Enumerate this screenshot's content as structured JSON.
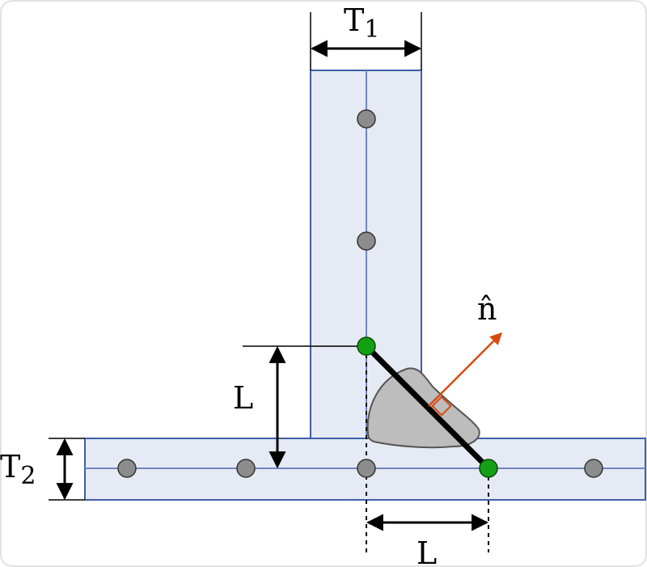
{
  "labels": {
    "t1_main": "T",
    "t1_sub": "1",
    "t2_main": "T",
    "t2_sub": "2",
    "l_vertical": "L",
    "l_horizontal": "L",
    "normal": "n̂"
  },
  "colors": {
    "plate_fill": "#e6eaf4",
    "plate_stroke": "#3f5fa6",
    "centerline": "#6f86c2",
    "node_gray": "#8c8c8c",
    "node_green": "#14a014",
    "weld_fill": "#bdbdbd",
    "normal_arrow": "#d94a0e",
    "dimension": "#000000"
  }
}
